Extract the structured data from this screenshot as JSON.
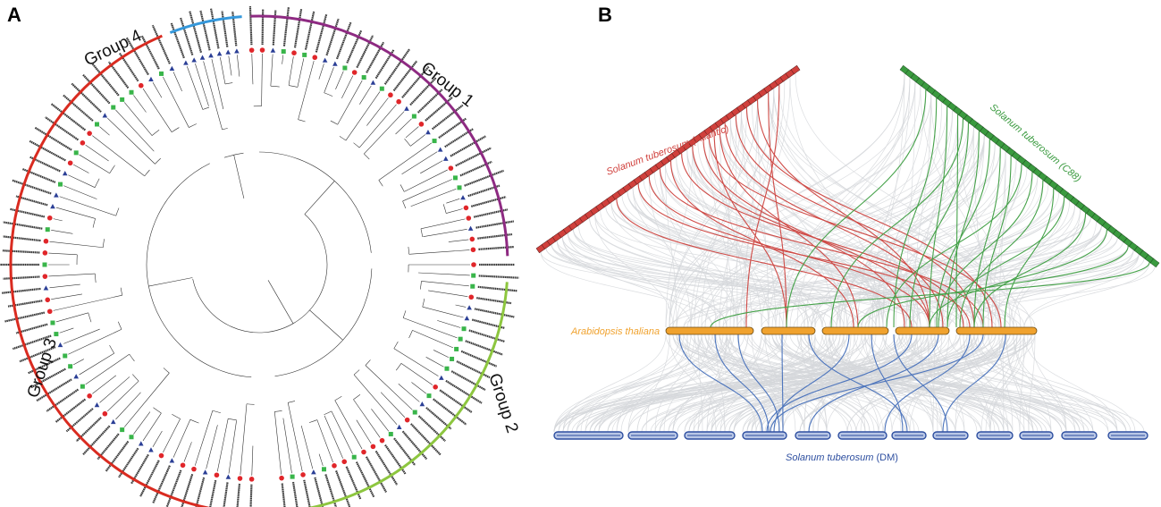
{
  "panel_a": {
    "letter": "A",
    "groups": [
      {
        "label": "Group 1",
        "color": "#8e2a82"
      },
      {
        "label": "Group 2",
        "color": "#8dc63f"
      },
      {
        "label": "Group 3",
        "color": "#d92b20"
      },
      {
        "label": "Group 4",
        "color": "#3598db"
      }
    ],
    "marker_colors": {
      "triangle": "#2b3f96",
      "square": "#39b54a",
      "circle": "#e0262a"
    }
  },
  "panel_b": {
    "letter": "B",
    "species": [
      {
        "name": "Solanum tuberosum",
        "suffix": " (Atlantic)",
        "color": "#d0403c"
      },
      {
        "name": "Solanum tuberosum",
        "suffix": " (C88)",
        "color": "#3a9a3f"
      },
      {
        "name": "Arabidopsis thaliana",
        "suffix": "",
        "color": "#f0a22e"
      },
      {
        "name": "Solanum tuberosum",
        "suffix": "  (DM)",
        "color": "#2e4fa0"
      }
    ],
    "arabidopsis_chromosomes": 5,
    "dm_chromosomes": 12
  },
  "colors": {
    "atlantic_link": "#cf4b47",
    "c88_link": "#46a24a",
    "dm_link": "#4d75bd",
    "background_link": "#d5d7db"
  }
}
